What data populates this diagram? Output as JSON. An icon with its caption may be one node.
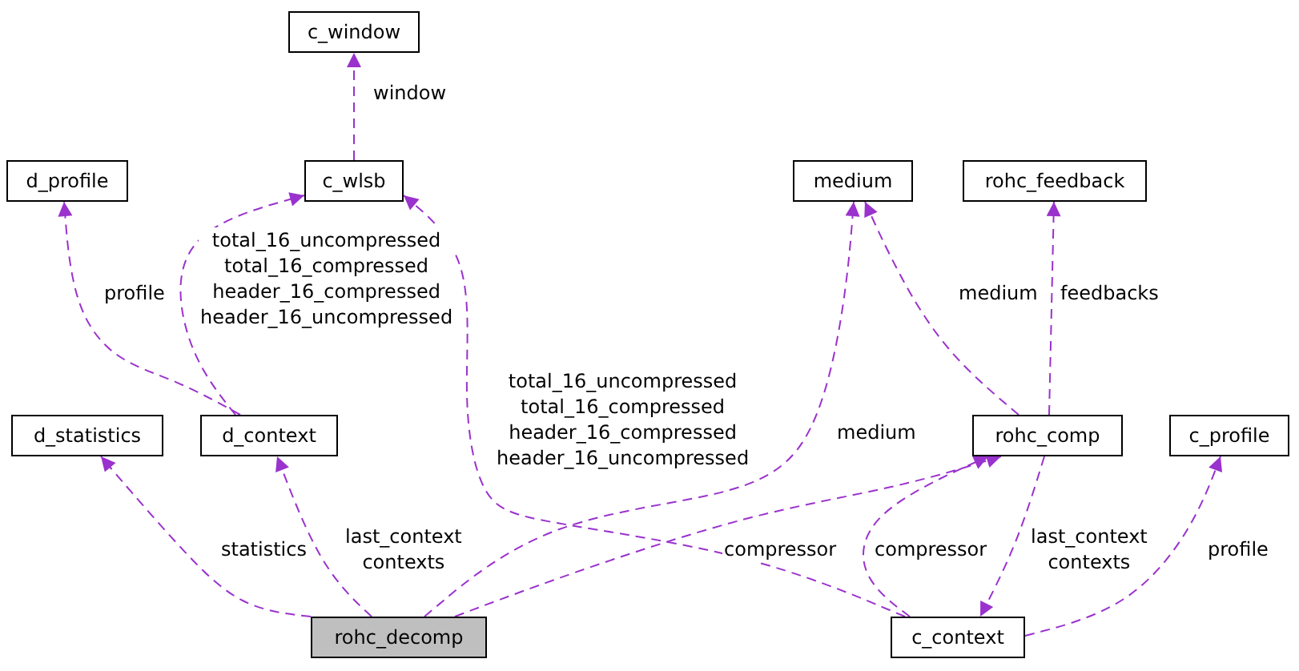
{
  "diagram": {
    "nodes": [
      {
        "text": [
          "c_window"
        ]
      },
      {
        "text": [
          "d_profile"
        ]
      },
      {
        "text": [
          "c_wlsb"
        ]
      },
      {
        "text": [
          "medium"
        ]
      },
      {
        "text": [
          "rohc_feedback"
        ]
      },
      {
        "text": [
          "d_statistics"
        ]
      },
      {
        "text": [
          "d_context"
        ]
      },
      {
        "text": [
          "rohc_comp"
        ]
      },
      {
        "text": [
          "c_profile"
        ]
      },
      {
        "text": [
          "rohc_decomp"
        ]
      },
      {
        "text": [
          "c_context"
        ]
      }
    ],
    "edges": [
      {
        "from": 2,
        "to": 0,
        "arrow": "to",
        "label": "window"
      },
      {
        "from": 6,
        "to": 1,
        "arrow": "to",
        "label": "profile"
      },
      {
        "from": 6,
        "to": 2,
        "arrow": "to",
        "label": "total_16_uncompressed total_16_compressed header_16_compressed header_16_uncompressed"
      },
      {
        "from": 10,
        "to": 2,
        "arrow": "to",
        "label": "total_16_uncompressed total_16_compressed header_16_compressed header_16_uncompressed"
      },
      {
        "from": 9,
        "to": 3,
        "arrow": "to",
        "label": "medium"
      },
      {
        "from": 7,
        "to": 3,
        "arrow": "to",
        "label": "medium"
      },
      {
        "from": 7,
        "to": 4,
        "arrow": "to",
        "label": "feedbacks"
      },
      {
        "from": 9,
        "to": 5,
        "arrow": "to",
        "label": "statistics"
      },
      {
        "from": 9,
        "to": 6,
        "arrow": "to",
        "label": "last_context contexts"
      },
      {
        "from": 9,
        "to": 7,
        "arrow": "to",
        "label": "compressor"
      },
      {
        "from": 10,
        "to": 7,
        "arrow": "to",
        "label": "compressor"
      },
      {
        "from": 7,
        "to": 10,
        "arrow": "to",
        "label": "last_context contexts"
      },
      {
        "from": 10,
        "to": 8,
        "arrow": "to",
        "label": "profile"
      }
    ]
  }
}
